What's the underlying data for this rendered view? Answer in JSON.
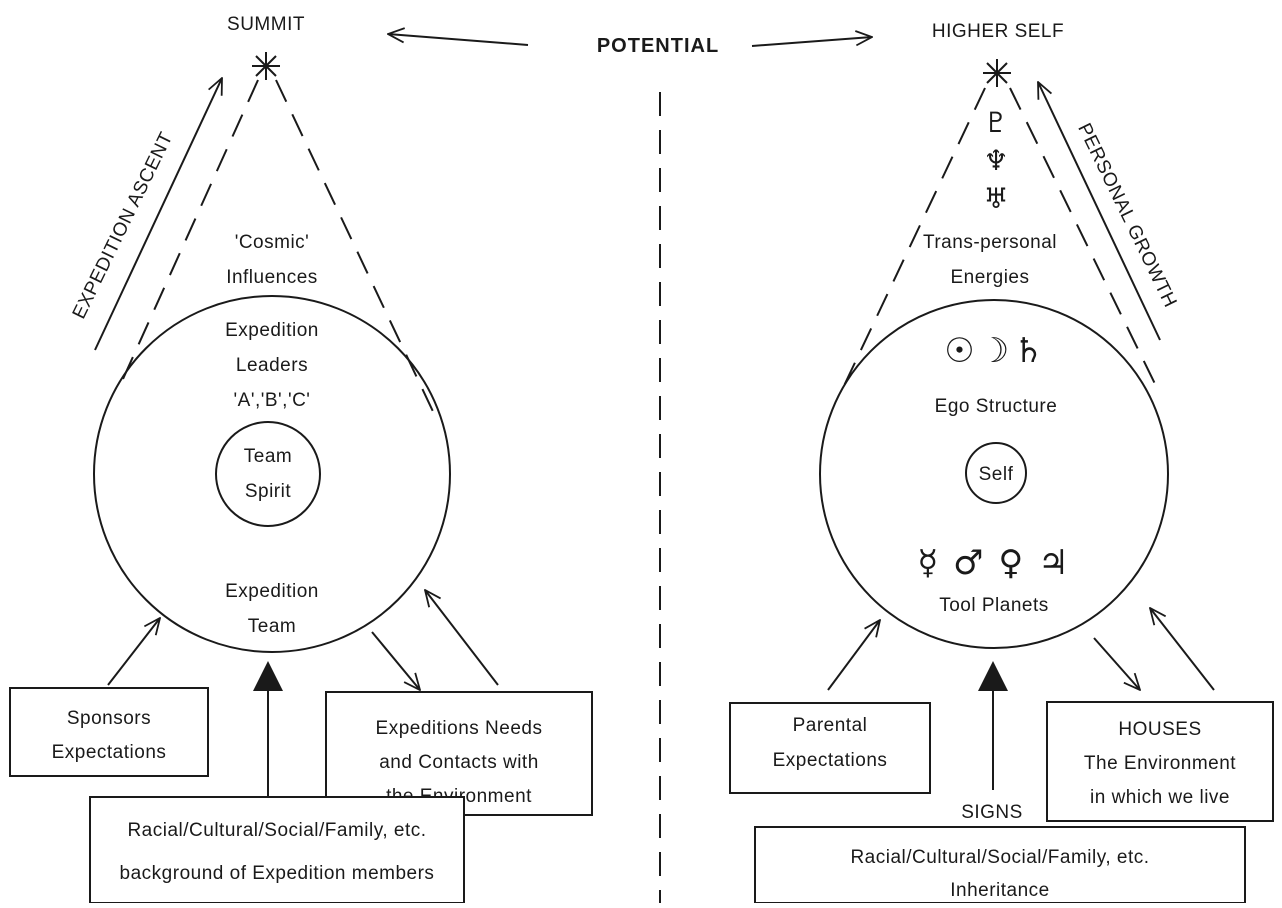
{
  "top": {
    "summit": "SUMMIT",
    "potential": "POTENTIAL",
    "higher_self": "HIGHER SELF"
  },
  "left": {
    "side_label": "EXPEDITION ASCENT",
    "cosmic_1": "'Cosmic'",
    "cosmic_2": "Influences",
    "leaders_1": "Expedition",
    "leaders_2": "Leaders",
    "leaders_3": "'A','B','C'",
    "spirit_1": "Team",
    "spirit_2": "Spirit",
    "team_1": "Expedition",
    "team_2": "Team",
    "sponsors_1": "Sponsors",
    "sponsors_2": "Expectations",
    "needs_1": "Expeditions Needs",
    "needs_2": "and Contacts with",
    "needs_3": "the Environment",
    "background_1": "Racial/Cultural/Social/Family, etc.",
    "background_2": "background of Expedition members"
  },
  "right": {
    "side_label": "PERSONAL GROWTH",
    "outer_planets": [
      "♇",
      "♆",
      "♅"
    ],
    "trans_1": "Trans-personal",
    "trans_2": "Energies",
    "ego_planets": "☉☽♄",
    "ego": "Ego Structure",
    "self": "Self",
    "tool_planets": "☿ ♂ ♀ ♃",
    "tool": "Tool Planets",
    "parental_1": "Parental",
    "parental_2": "Expectations",
    "houses_1": "HOUSES",
    "houses_2": "The Environment",
    "houses_3": "in which we live",
    "signs": "SIGNS",
    "inheritance_1": "Racial/Cultural/Social/Family, etc.",
    "inheritance_2": "Inheritance"
  }
}
